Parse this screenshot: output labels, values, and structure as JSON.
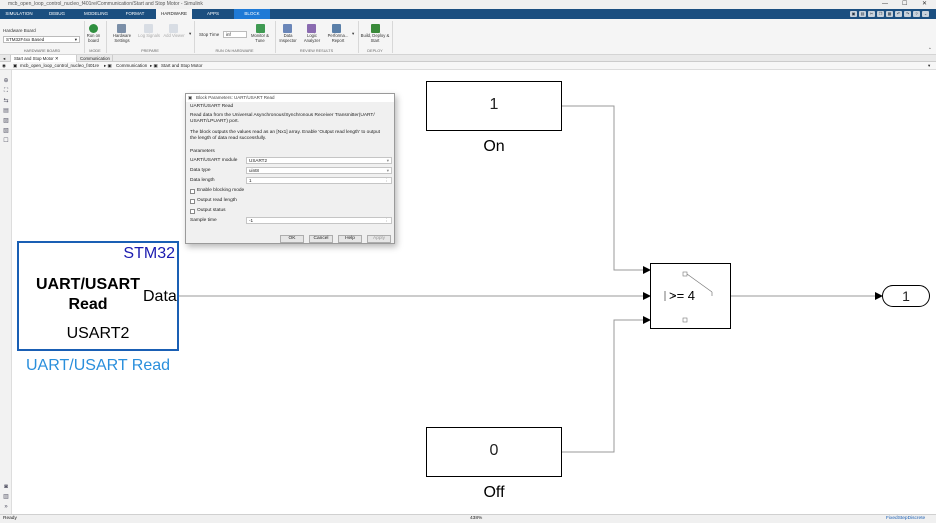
{
  "window": {
    "title": "mcb_open_loop_control_nucleo_f401re/Communication/Start and Stop Motor - Simulink",
    "minimize": "—",
    "maximize": "☐",
    "close": "✕"
  },
  "ribbon_tabs": [
    "SIMULATION",
    "DEBUG",
    "MODELING",
    "FORMAT",
    "HARDWARE",
    "APPS",
    "BLOCK"
  ],
  "ribbon": {
    "hardware_board_label": "Hardware Board",
    "hardware_board_value": "STM32F4xx Based",
    "run_on_board": "Run on board",
    "hardware_settings": "Hardware Settings",
    "log_signals": "Log Signals",
    "add_viewer": "Add Viewer",
    "stop_time_label": "Stop Time",
    "stop_time_value": "inf",
    "monitor_tune": "Monitor & Tune",
    "data_inspector": "Data Inspector",
    "logic_analyzer": "Logic Analyzer",
    "performance_report": "Performa... Report",
    "build_deploy": "Build, Deploy & Start",
    "groups": [
      "HARDWARE BOARD",
      "MODE",
      "PREPARE",
      "RUN ON HARDWARE",
      "REVIEW RESULTS",
      "DEPLOY"
    ]
  },
  "model_tabs": [
    "Start and Stop Motor",
    "Communication"
  ],
  "breadcrumb": [
    "mcb_open_loop_control_nucleo_f401re",
    "Communication",
    "Start and Stop Motor"
  ],
  "canvas": {
    "uart_block": {
      "title": "STM32",
      "main_line1": "UART/USART",
      "main_line2": "Read",
      "module": "USART2",
      "port": "Data",
      "caption": "UART/USART Read"
    },
    "const_on": {
      "value": "1",
      "label": "On"
    },
    "const_off": {
      "value": "0",
      "label": "Off"
    },
    "switch": {
      "criteria": ">= 4"
    },
    "outport": {
      "value": "1"
    }
  },
  "dialog": {
    "window_title": "Block Parameters: UART/USART Read",
    "heading": "UART/USART Read",
    "desc1": "Read data from the Universal Asynchronous/Synchronous Receiver Transmitter(UART/",
    "desc2": "USART/LPUART) port.",
    "desc3": "The block outputs the values read as an [Nx1] array. Enable 'Output read length' to output",
    "desc4": "the length of data read successfully.",
    "params_label": "Parameters",
    "module_label": "UART/USART module",
    "module_value": "USART2",
    "datatype_label": "Data type",
    "datatype_value": "uint8",
    "datalength_label": "Data length",
    "datalength_value": "1",
    "blocking_label": "Enable blocking mode",
    "readlength_label": "Output read length",
    "status_label": "Output status",
    "sampletime_label": "Sample time",
    "sampletime_value": "-1",
    "ok": "OK",
    "cancel": "Cancel",
    "help": "Help",
    "apply": "Apply"
  },
  "status": {
    "left": "Ready",
    "zoom": "438%",
    "solver": "FixedStepDiscrete"
  },
  "colors": {
    "ribbon_tab_bg": "#1b4f80",
    "block_tab": "#1f7ad6",
    "uart_border": "#1a5fb4",
    "uart_title": "#1b1bb0",
    "uart_caption": "#2a8fdc"
  }
}
